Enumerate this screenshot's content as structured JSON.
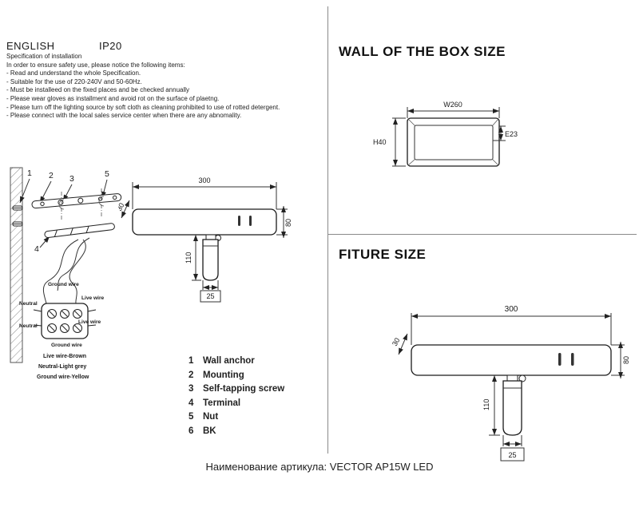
{
  "header": {
    "language": "ENGLISH",
    "ip_rating": "IP20"
  },
  "spec": {
    "title": "Specification of installation",
    "intro": "In order to ensure safety use, please notice the following items:",
    "items": [
      "- Read and understand the whole Specification.",
      "- Suitable for the use of 220-240V and 50-60Hz.",
      "- Must be installeed on the fixed places and be checked annually",
      "- Please wear gloves as installment and avoid rot on the surface of plaetng.",
      "- Please turn off the lighting source by soft cloth as cleaning prohibited to use of rotted detergent.",
      "- Please connect with the local sales service center when there are any abnomality."
    ]
  },
  "install": {
    "callouts": {
      "c1": "1",
      "c2": "2",
      "c3": "3",
      "c4": "4",
      "c5": "5"
    },
    "wire_labels": {
      "ground_top": "Ground wire",
      "neutral_top": "Neutral",
      "live_top": "Live wire",
      "neutral_bottom": "Neutral",
      "live_bottom": "Live wire",
      "ground_bottom": "Ground wire"
    },
    "legend": [
      "Live wire-Brown",
      "Neutral-Light grey",
      "Ground wire-Yellow"
    ]
  },
  "parts": [
    {
      "num": "1",
      "label": "Wall anchor"
    },
    {
      "num": "2",
      "label": "Mounting"
    },
    {
      "num": "3",
      "label": "Self-tapping screw"
    },
    {
      "num": "4",
      "label": "Terminal"
    },
    {
      "num": "5",
      "label": "Nut"
    },
    {
      "num": "6",
      "label": "BK"
    }
  ],
  "fixture_drawing": {
    "width": "300",
    "depth": "30",
    "height": "80",
    "arm": "110",
    "tube": "25"
  },
  "wall_box": {
    "title": "WALL OF THE BOX SIZE",
    "width": "W260",
    "height": "H40",
    "depth": "E23"
  },
  "fixture_size": {
    "title": "FITURE SIZE",
    "width": "300",
    "depth": "30",
    "height": "80",
    "arm": "110",
    "tube": "25"
  },
  "footer": {
    "article_label": "Наименование артикула: VECTOR AP15W LED"
  }
}
